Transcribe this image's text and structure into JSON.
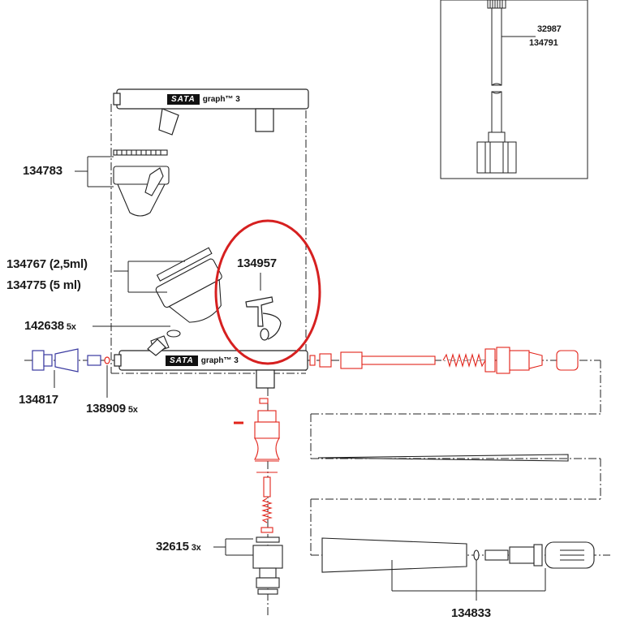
{
  "brand": {
    "logo": "SATA",
    "model": "graph™ 3"
  },
  "parts": {
    "p32987": "32987",
    "p134791": "134791",
    "p134783": "134783",
    "p134767": "134767 (2,5ml)",
    "p134775": "134775 (5 ml)",
    "p134957": "134957",
    "p142638": "142638",
    "p142638_qty": "5x",
    "p134817": "134817",
    "p138909": "138909",
    "p138909_qty": "5x",
    "p32615": "32615",
    "p32615_qty": "3x",
    "p134833": "134833"
  },
  "colors": {
    "line": "#222222",
    "highlight": "#e2231a",
    "blue_parts": "#3a3aa0",
    "circle": "#d62020"
  }
}
